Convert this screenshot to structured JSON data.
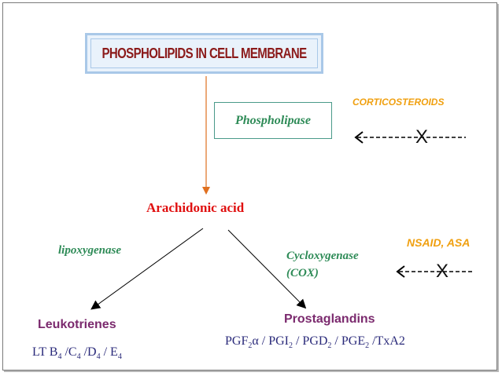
{
  "diagram": {
    "title": "PHOSPHOLIPIDS IN CELL MEMBRANE",
    "enzyme_phospholipase": "Phospholipase",
    "inhibitor_corticosteroids": "CORTICOSTEROIDS",
    "inhibition_mark_1": "X",
    "intermediate": "Arachidonic acid",
    "enzyme_lipoxygenase": "lipoxygenase",
    "enzyme_cox_line1": "Cycloxygenase",
    "enzyme_cox_line2": "(COX)",
    "inhibitor_nsaid": "NSAID, ASA",
    "inhibition_mark_2": "X",
    "product_leukotrienes": "Leukotrienes",
    "leukotrienes_list": {
      "p1": "LT B",
      "s1": "4",
      "p2": " /C",
      "s2": "4",
      "p3": " /D",
      "s3": "4",
      "p4": " / E",
      "s4": "4"
    },
    "product_prostaglandins": "Prostaglandins",
    "prostaglandins_list": {
      "p1": "PGF",
      "s1": "2",
      "p2": "α / PGI",
      "s2": "2",
      "p3": " / PGD",
      "s3": "2",
      "p4": " / PGE",
      "s4": "2",
      "p5": " /TxA2"
    }
  },
  "colors": {
    "title_text": "#8b1a1a",
    "title_border": "#a9c8e8",
    "enzyme_green": "#2e8b57",
    "inhibitor_orange": "#f0a010",
    "intermediate_red": "#e01010",
    "product_purple": "#7b2a6e",
    "list_navy": "#2a2a7a",
    "main_arrow_orange": "#e07020"
  }
}
